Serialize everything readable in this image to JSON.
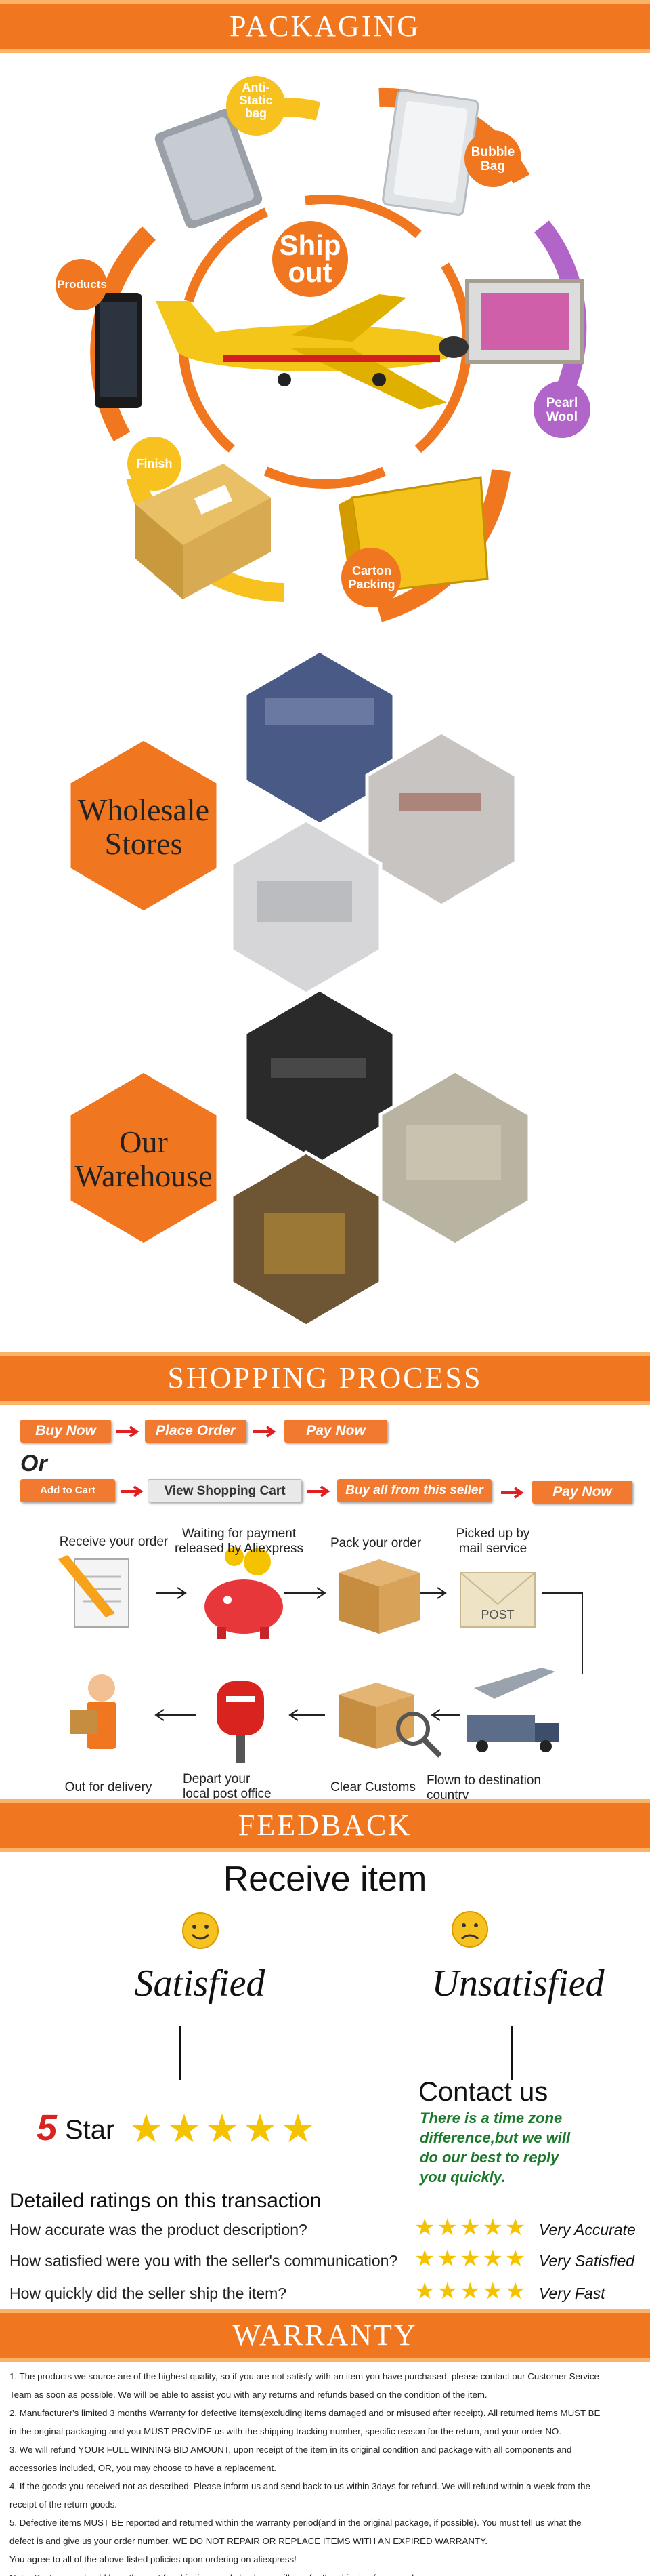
{
  "sections": {
    "packaging": "PACKAGING",
    "shopping": "SHOPPING PROCESS",
    "feedback": "FEEDBACK",
    "warranty": "WARRANTY"
  },
  "packaging": {
    "center_line1": "Ship",
    "center_line2": "out",
    "steps": {
      "anti_static_line1": "Anti-",
      "anti_static_line2": "Static",
      "anti_static_line3": "bag",
      "bubble_line1": "Bubble",
      "bubble_line2": "Bag",
      "pearl_line1": "Pearl",
      "pearl_line2": "Wool",
      "carton_line1": "Carton",
      "carton_line2": "Packing",
      "finish": "Finish",
      "products": "Products"
    }
  },
  "stores": {
    "wholesale_line1": "Wholesale",
    "wholesale_line2": "Stores",
    "warehouse_line1": "Our",
    "warehouse_line2": "Warehouse"
  },
  "shopping": {
    "buy_now": "Buy Now",
    "place_order": "Place Order",
    "pay_now": "Pay Now",
    "or": "Or",
    "add_to_cart": "Add to Cart",
    "view_cart": "View Shopping Cart",
    "buy_all": "Buy all from this seller",
    "pay_now_2": "Pay Now",
    "steps": {
      "receive": "Receive your order",
      "waiting_line1": "Waiting for payment",
      "waiting_line2": "released by Aliexpress",
      "pack": "Pack your order",
      "picked_line1": "Picked up by",
      "picked_line2": "mail service",
      "flown_line1": "Flown to destination",
      "flown_line2": "country",
      "customs": "Clear Customs",
      "depart_line1": "Depart your",
      "depart_line2": "local post office",
      "delivery": "Out for delivery"
    }
  },
  "feedback": {
    "receive_item": "Receive item",
    "satisfied": "Satisfied",
    "unsatisfied": "Unsatisfied",
    "five": "5",
    "star_word": "Star",
    "stars": "★★★★★",
    "contact_us": "Contact us",
    "tz_line1": "There is a time zone",
    "tz_line2": "difference,but we will",
    "tz_line3": "do our best to reply",
    "tz_line4": "you quickly.",
    "ratings_title": "Detailed ratings on this transaction",
    "questions": [
      {
        "q": "How accurate was the product description?",
        "r": "Very Accurate"
      },
      {
        "q": "How satisfied were you with the seller's communication?",
        "r": "Very Satisfied"
      },
      {
        "q": "How quickly did the seller ship the item?",
        "r": "Very Fast"
      }
    ]
  },
  "warranty": {
    "l1": "1. The products we source are of the highest quality, so if you are not satisfy with an item you have purchased, please contact our Customer Service",
    "l2": "Team as soon as possible. We will be able to assist you with any returns and refunds based on the condition of the item.",
    "l3": "2. Manufacturer's limited 3 months Warranty for defective items(excluding items damaged and or misused after receipt). All returned items MUST BE",
    "l4": "in the original packaging and you MUST PROVIDE us with the shipping tracking number, specific reason for the return, and your order NO.",
    "l5": "3. We will refund YOUR FULL WINNING BID AMOUNT, upon receipt of the item in its original condition and package with all components and",
    "l6": "accessories included, OR, you may choose to have a replacement.",
    "l7": "4. If the goods you received not as described. Please inform us and send back to us within 3days for refund. We will refund within a week from the",
    "l8": "receipt of the return goods.",
    "l9": "5. Defective items MUST BE reported and returned within the warranty period(and in the original package, if possible). You must tell us what the",
    "l10": "defect is and give us your order number. WE DO NOT REPAIR OR REPLACE ITEMS WITH AN EXPIRED WARRANTY.",
    "l11": " You agree to all of the above-listed policies upon ordering on aliexpress!",
    "l12": "Note: Customers should bear the cost for shipping goods back, we will pay for the shipping for resend."
  },
  "colors": {
    "orange": "#f0761f",
    "orange_light": "#fbb36a",
    "yellow": "#f7c21f",
    "purple": "#b265c9",
    "star": "#f5c200",
    "green": "#1a7a2a"
  }
}
